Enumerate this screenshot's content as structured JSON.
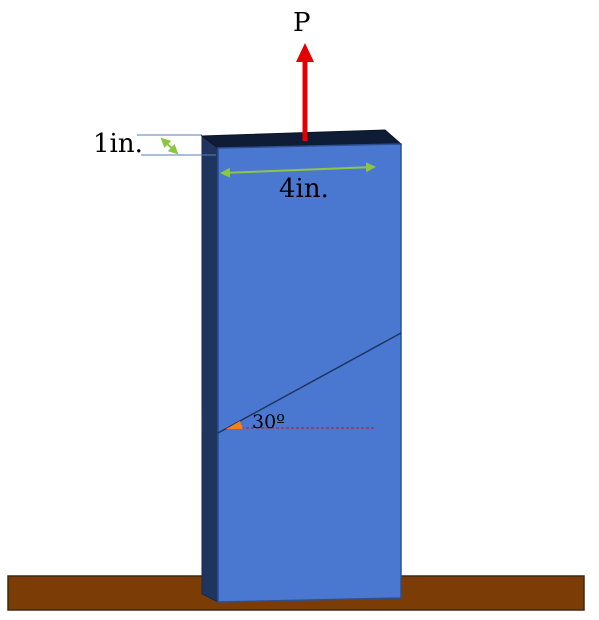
{
  "labels": {
    "force": "P",
    "thickness": "1in.",
    "width": "4in.",
    "angle": "30º"
  },
  "colors": {
    "front_face": "#4a78d1",
    "side_face": "#1f3560",
    "top_face": "#0f1c35",
    "ground": "#7b3d05",
    "force_arrow": "#e30000",
    "dimension_arrow": "#8dc63f",
    "angle_marker": "#f08020",
    "reference_line": "#d01010"
  }
}
